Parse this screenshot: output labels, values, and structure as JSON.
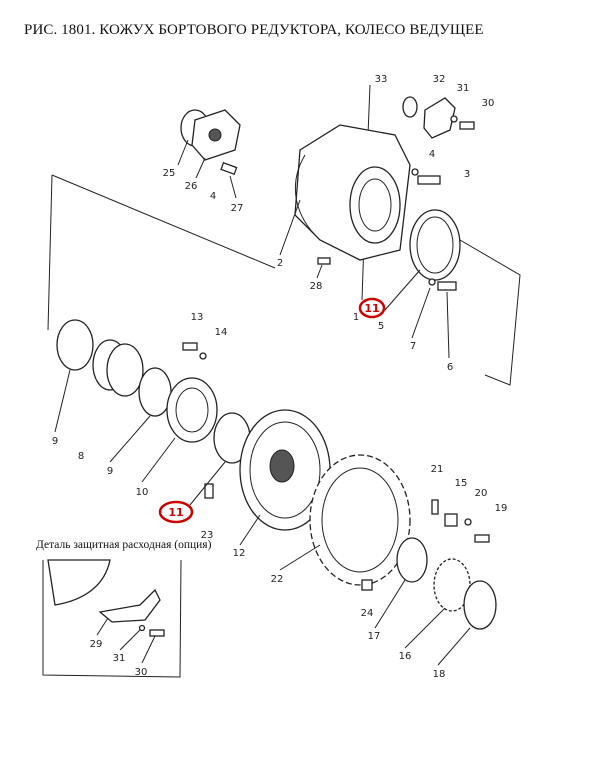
{
  "title": "РИС. 1801. КОЖУХ БОРТОВОГО РЕДУКТОРА, КОЛЕСО ВЕДУЩЕЕ",
  "inset_title": "Деталь защитная расходная (опция)",
  "highlight_color": "#cc0000",
  "callouts": {
    "c33": "33",
    "c32": "32",
    "c31a": "31",
    "c30a": "30",
    "c4a": "4",
    "c3": "3",
    "c25": "25",
    "c26": "26",
    "c4b": "4",
    "c27": "27",
    "c2": "2",
    "c28": "28",
    "c1": "1",
    "c11a": "11",
    "c5": "5",
    "c7": "7",
    "c6": "6",
    "c13": "13",
    "c14": "14",
    "c9a": "9",
    "c8": "8",
    "c9b": "9",
    "c10": "10",
    "c11b": "11",
    "c23": "23",
    "c12": "12",
    "c21": "21",
    "c15": "15",
    "c20": "20",
    "c19": "19",
    "c22": "22",
    "c24": "24",
    "c17": "17",
    "c16": "16",
    "c18": "18",
    "c29": "29",
    "c31b": "31",
    "c30b": "30"
  }
}
